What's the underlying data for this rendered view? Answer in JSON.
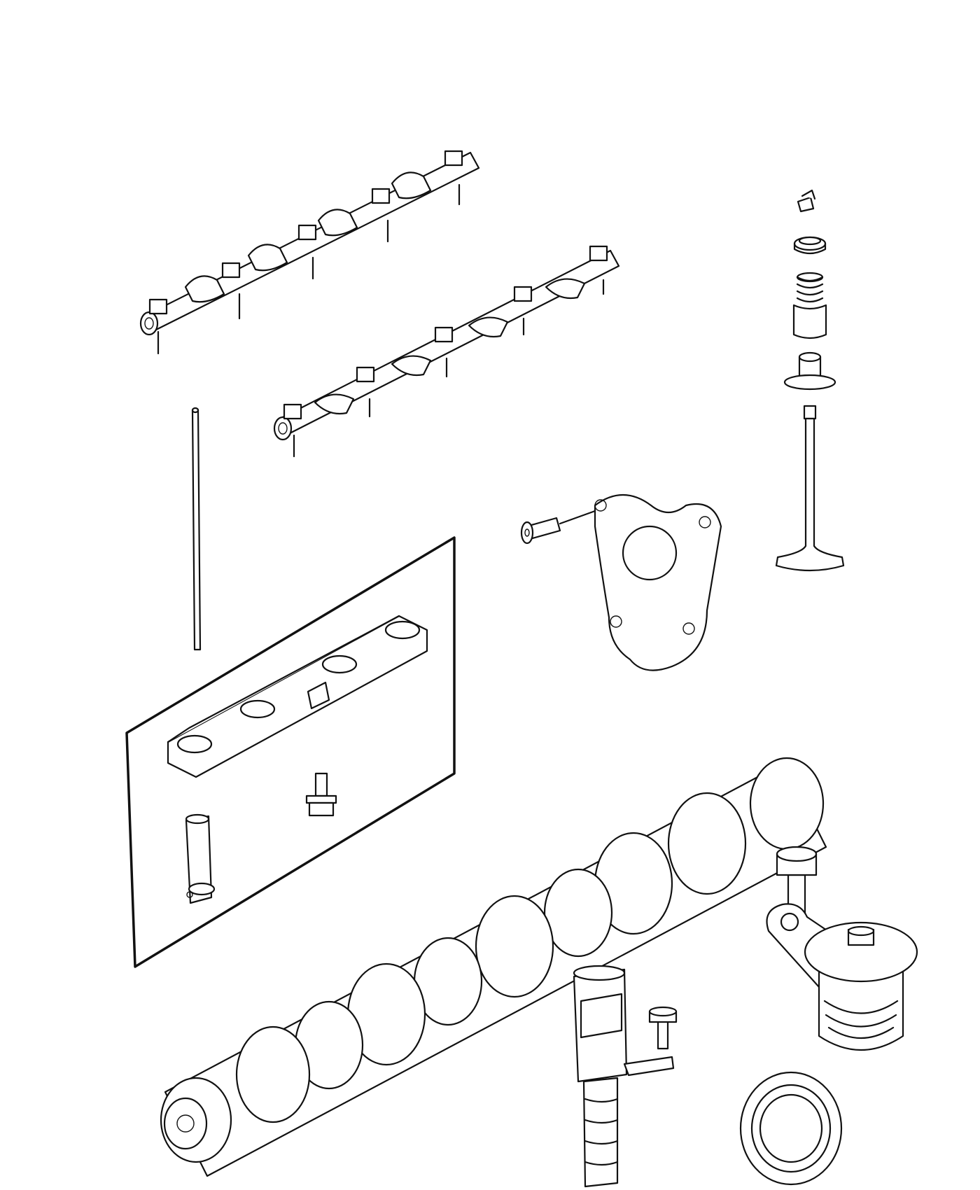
{
  "diagram": {
    "parts": [
      "rocker-shaft-assembly-upper",
      "rocker-shaft-assembly-lower",
      "valve-keeper",
      "valve-spring-retainer",
      "valve-spring",
      "valve-stem-seal",
      "valve",
      "thrust-plate-screw",
      "camshaft-thrust-plate",
      "pushrod",
      "lifter-guide-kit-box",
      "lifter-guide",
      "lifter-guide-bolt",
      "hydraulic-lifter",
      "camshaft",
      "phaser-bolt",
      "cam-phaser",
      "oil-control-valve",
      "solenoid-bolt",
      "camshaft-seal"
    ]
  }
}
